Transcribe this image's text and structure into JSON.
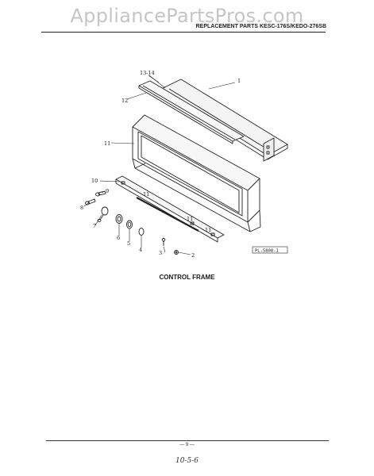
{
  "watermark": "AppliancePartsPros.com",
  "header": {
    "title": "REPLACEMENT PARTS KESC-176S/KEDO-276SB"
  },
  "diagram": {
    "callouts": [
      "13-14",
      "1",
      "12",
      "11",
      "10",
      "9",
      "8",
      "7",
      "6",
      "5",
      "4",
      "3",
      "2"
    ],
    "part_labels": [
      "11",
      "11",
      "11"
    ],
    "figure_code": "PL-5808-1"
  },
  "caption": "CONTROL FRAME",
  "footer": {
    "page_number": "— 9 —",
    "handwritten_note": "10-5-6"
  }
}
